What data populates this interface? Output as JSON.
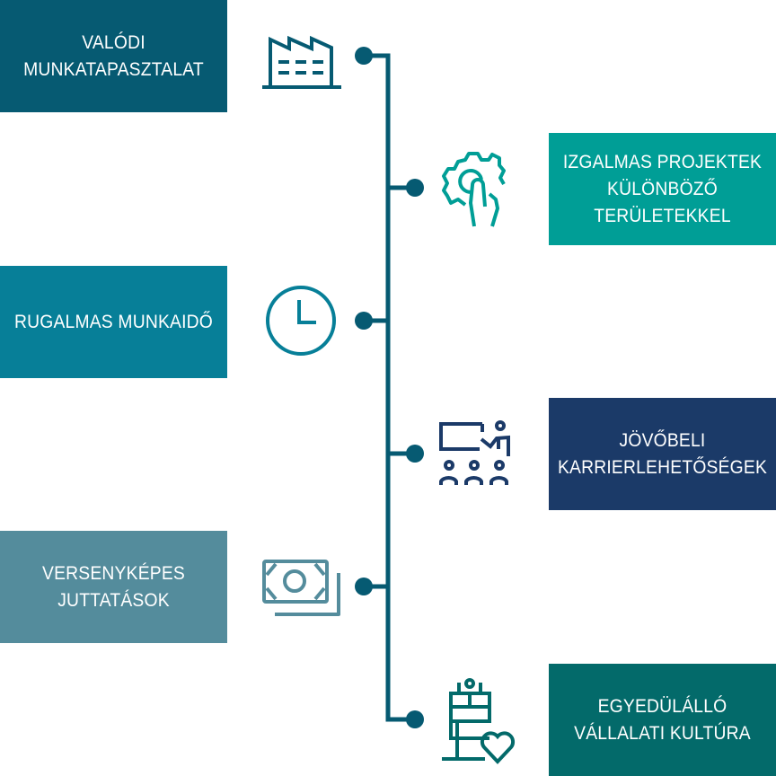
{
  "items": [
    {
      "label": "VALÓDI\nMUNKATAPASZTALAT",
      "color": "#065a72",
      "icon": "factory-icon"
    },
    {
      "label": "IZGALMAS PROJEKTEK\nKÜLÖNBÖZŐ\nTERÜLETEKKEL",
      "color": "#009e96",
      "icon": "gear-hand-icon"
    },
    {
      "label": "RUGALMAS MUNKAIDŐ",
      "color": "#077f98",
      "icon": "clock-icon"
    },
    {
      "label": "JÖVŐBELI\nKARRIERLEHETŐSÉGEK",
      "color": "#1b3a68",
      "icon": "presentation-icon"
    },
    {
      "label": "VERSENYKÉPES\nJUTTATÁSOK",
      "color": "#548c9c",
      "icon": "money-icon"
    },
    {
      "label": "EGYEDÜLÁLLÓ\nVÁLLALATI KULTÚRA",
      "color": "#036a6a",
      "icon": "team-heart-icon"
    }
  ],
  "timeline_color": "#065a72"
}
